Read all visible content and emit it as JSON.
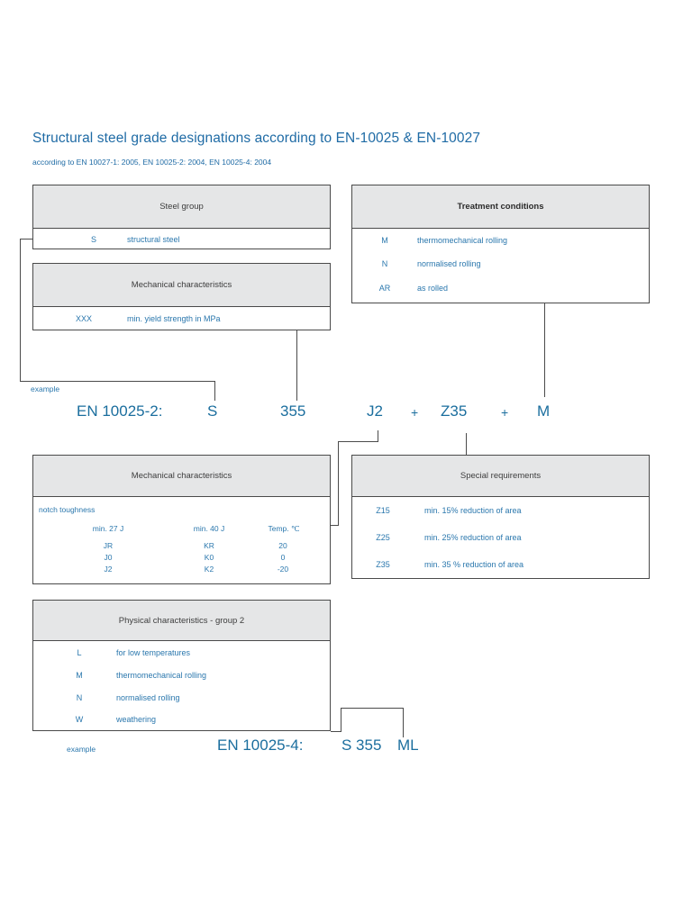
{
  "page": {
    "title": "Structural steel grade designations according to EN-10025 & EN-10027",
    "subtitle": "according to EN 10027-1:  2005,  EN 10025-2:  2004,  EN 10025-4:  2004",
    "accent_text_color": "#2a77ad",
    "heading_color": "#1f6ba5",
    "box_header_bg": "#e5e6e7",
    "line_color": "#4a4a4a"
  },
  "steel_group": {
    "header": "Steel group",
    "rows": [
      {
        "code": "S",
        "desc": "structural steel"
      }
    ]
  },
  "mechanical_top": {
    "header": "Mechanical characteristics",
    "rows": [
      {
        "code": "XXX",
        "desc": "min. yield strength in MPa"
      }
    ]
  },
  "treatment": {
    "header": "Treatment conditions",
    "rows": [
      {
        "code": "M",
        "desc": "thermomechanical rolling"
      },
      {
        "code": "N",
        "desc": "normalised rolling"
      },
      {
        "code": "AR",
        "desc": "as rolled"
      }
    ]
  },
  "example_top": {
    "label": "example",
    "tokens": [
      "EN 10025-2:",
      "S",
      "355",
      "J2",
      "+",
      "Z35",
      "+",
      "M"
    ]
  },
  "mechanical_bottom": {
    "header": "Mechanical characteristics",
    "section_label": "notch toughness",
    "columns": [
      "min. 27 J",
      "min. 40 J",
      "Temp.  ℃"
    ],
    "rows": [
      [
        "JR",
        "KR",
        "20"
      ],
      [
        "J0",
        "K0",
        "0"
      ],
      [
        "J2",
        "K2",
        "-20"
      ]
    ]
  },
  "special_requirements": {
    "header": "Special requirements",
    "rows": [
      {
        "code": "Z15",
        "desc": "min. 15% reduction  of area"
      },
      {
        "code": "Z25",
        "desc": "min. 25% reduction  of area"
      },
      {
        "code": "Z35",
        "desc": "min. 35 % reduction  of area"
      }
    ]
  },
  "physical_group2": {
    "header": "Physical characteristics - group 2",
    "rows": [
      {
        "code": "L",
        "desc": "for low temperatures"
      },
      {
        "code": "M",
        "desc": "thermomechanical rolling"
      },
      {
        "code": "N",
        "desc": "normalised rolling"
      },
      {
        "code": "W",
        "desc": "weathering"
      }
    ]
  },
  "example_bottom": {
    "label": "example",
    "tokens": [
      "EN 10025-4:",
      "S  355",
      "ML"
    ]
  }
}
